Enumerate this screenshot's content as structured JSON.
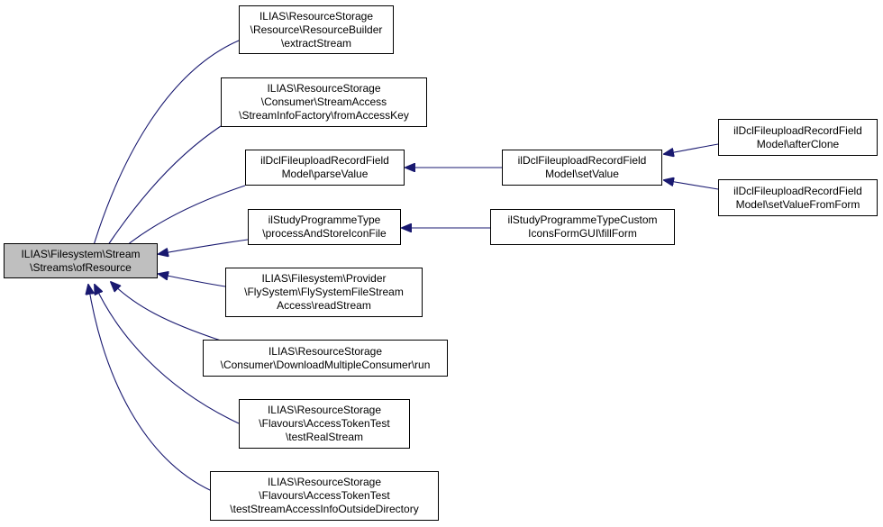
{
  "graph": {
    "edge_color": "#191970",
    "focus_fill": "#bfbfbf",
    "nodes": {
      "focus": "ILIAS\\Filesystem\\Stream\n\\Streams\\ofResource",
      "extract_stream": "ILIAS\\ResourceStorage\n\\Resource\\ResourceBuilder\n\\extractStream",
      "from_access_key": "ILIAS\\ResourceStorage\n\\Consumer\\StreamAccess\n\\StreamInfoFactory\\fromAccessKey",
      "parse_value": "ilDclFileuploadRecordField\nModel\\parseValue",
      "set_value": "ilDclFileuploadRecordField\nModel\\setValue",
      "after_clone": "ilDclFileuploadRecordField\nModel\\afterClone",
      "set_value_from_form": "ilDclFileuploadRecordField\nModel\\setValueFromForm",
      "process_and_store": "ilStudyProgrammeType\n\\processAndStoreIconFile",
      "fill_form": "ilStudyProgrammeTypeCustom\nIconsFormGUI\\fillForm",
      "read_stream": "ILIAS\\Filesystem\\Provider\n\\FlySystem\\FlySystemFileStream\nAccess\\readStream",
      "download_run": "ILIAS\\ResourceStorage\n\\Consumer\\DownloadMultipleConsumer\\run",
      "test_real_stream": "ILIAS\\ResourceStorage\n\\Flavours\\AccessTokenTest\n\\testRealStream",
      "test_outside_dir": "ILIAS\\ResourceStorage\n\\Flavours\\AccessTokenTest\n\\testStreamAccessInfoOutsideDirectory"
    }
  }
}
